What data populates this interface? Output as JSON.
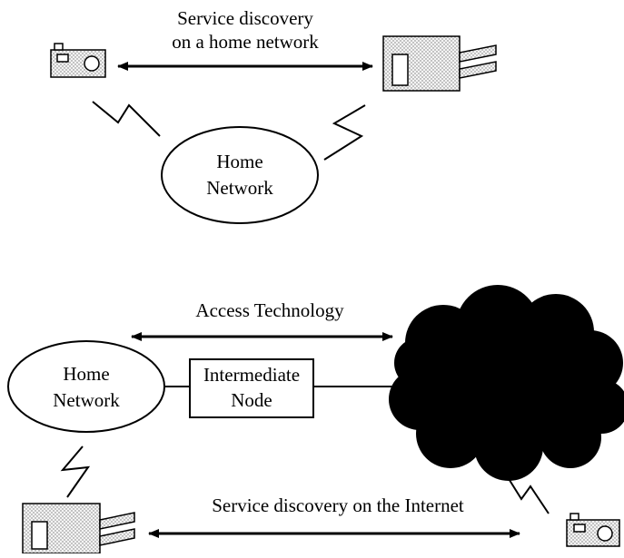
{
  "diagram": {
    "top": {
      "link_label_line1": "Service discovery",
      "link_label_line2": "on a home network",
      "network_line1": "Home",
      "network_line2": "Network"
    },
    "bottom": {
      "access_label": "Access Technology",
      "network_line1": "Home",
      "network_line2": "Network",
      "node_line1": "Intermediate",
      "node_line2": "Node",
      "internet_label": "Service discovery on the Internet"
    },
    "colors": {
      "stroke": "#000000",
      "device_fill_dots": "#7a7a7a",
      "cloud": "#000000"
    },
    "icons": [
      "camera-icon",
      "printer-icon",
      "wireless-link-icon",
      "internet-cloud-icon"
    ]
  }
}
